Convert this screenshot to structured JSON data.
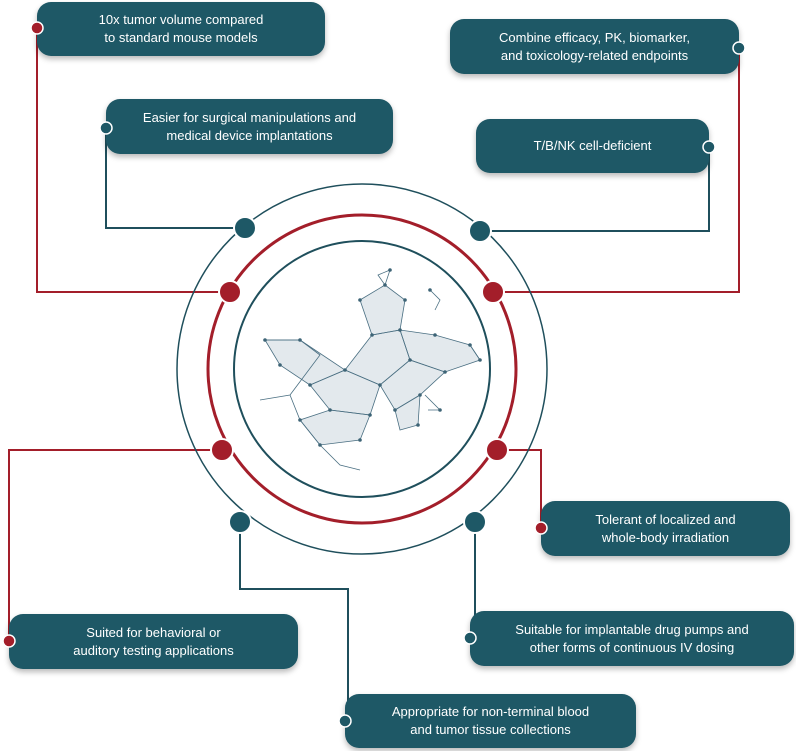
{
  "colors": {
    "teal": "#1e5866",
    "red": "#a31e2a",
    "line_teal": "#1f4f5c",
    "box_text": "#ffffff"
  },
  "boxes": [
    {
      "id": "tumor-volume",
      "text": "10x tumor volume compared\nto standard mouse models",
      "accent": "red"
    },
    {
      "id": "surgical",
      "text": "Easier for surgical manipulations and\nmedical device implantations",
      "accent": "teal"
    },
    {
      "id": "endpoints",
      "text": "Combine efficacy, PK, biomarker,\nand toxicology-related endpoints",
      "accent": "teal"
    },
    {
      "id": "cell-deficient",
      "text": "T/B/NK cell-deficient",
      "accent": "teal"
    },
    {
      "id": "irradiation",
      "text": "Tolerant of localized and\nwhole-body irradiation",
      "accent": "red"
    },
    {
      "id": "drug-pumps",
      "text": "Suitable for implantable drug pumps and\nother forms of continuous IV dosing",
      "accent": "teal"
    },
    {
      "id": "behavioral",
      "text": "Suited for behavioral or\nauditory testing applications",
      "accent": "red"
    },
    {
      "id": "blood",
      "text": "Appropriate for non-terminal blood\nand tumor tissue collections",
      "accent": "teal"
    }
  ],
  "center_image": {
    "icon": "polygonal-rat-head-icon"
  }
}
